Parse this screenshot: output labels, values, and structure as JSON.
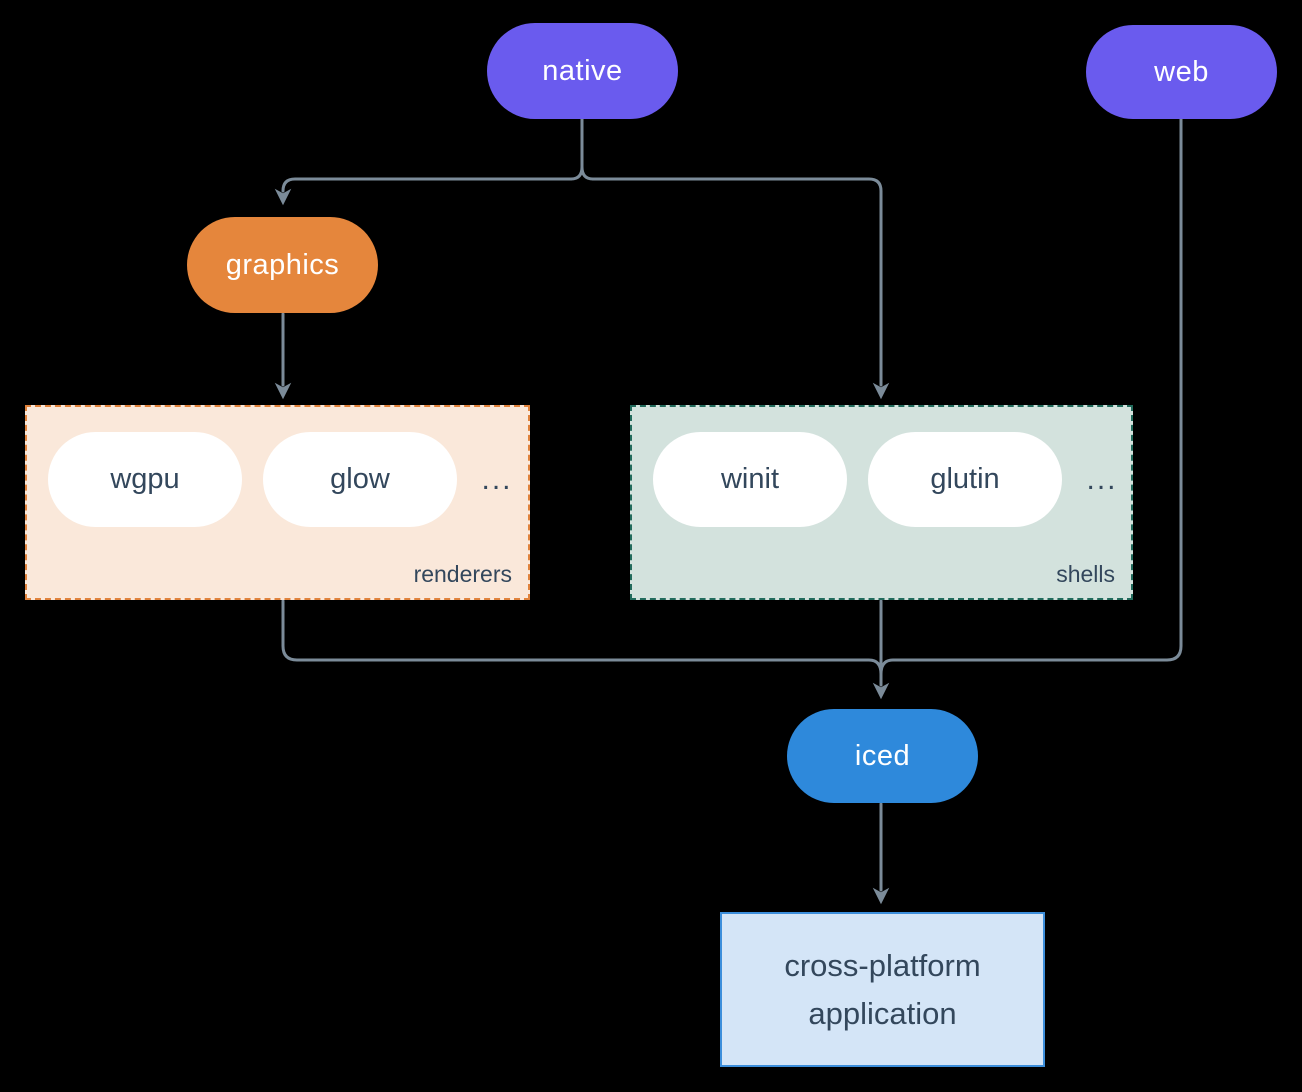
{
  "nodes": {
    "native": "native",
    "web": "web",
    "graphics": "graphics",
    "iced": "iced",
    "application": {
      "line1": "cross-platform",
      "line2": "application"
    }
  },
  "groups": {
    "renderers": {
      "label": "renderers",
      "items": [
        "wgpu",
        "glow"
      ],
      "more": "..."
    },
    "shells": {
      "label": "shells",
      "items": [
        "winit",
        "glutin"
      ],
      "more": "..."
    }
  },
  "edges": [
    {
      "from": "native",
      "to": "graphics"
    },
    {
      "from": "native",
      "to": "shells"
    },
    {
      "from": "graphics",
      "to": "renderers"
    },
    {
      "from": "renderers",
      "to": "iced"
    },
    {
      "from": "shells",
      "to": "iced"
    },
    {
      "from": "web",
      "to": "iced"
    },
    {
      "from": "iced",
      "to": "application"
    }
  ],
  "colors": {
    "background": "#000000",
    "purple": "#6A5BEE",
    "orange": "#E5863C",
    "blue": "#2E89DB",
    "renderers_bg": "#FAE8DA",
    "renderers_border": "#E0823B",
    "shells_bg": "#D3E2DD",
    "shells_border": "#226B5C",
    "arrow": "#7B8B99",
    "dark_text": "#33475C",
    "app_bg": "#D4E5F7",
    "app_border": "#3C8EDB"
  }
}
